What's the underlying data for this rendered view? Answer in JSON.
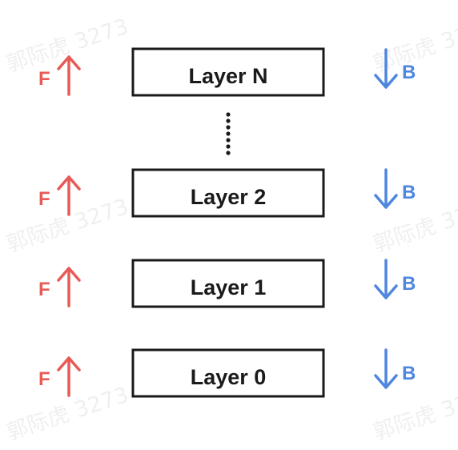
{
  "watermark": "郭际虎 3273",
  "colors": {
    "forward": "#e85a56",
    "backward": "#4f86e0",
    "box_stroke": "#1a1a1a"
  },
  "icons": {
    "forward": "arrow-up-icon",
    "backward": "arrow-down-icon",
    "ellipsis": "vertical-ellipsis-icon"
  },
  "layers": [
    {
      "label": "Layer N",
      "forward_label": "F",
      "backward_label": "B"
    },
    {
      "label": "Layer 2",
      "forward_label": "F",
      "backward_label": "B"
    },
    {
      "label": "Layer 1",
      "forward_label": "F",
      "backward_label": "B"
    },
    {
      "label": "Layer 0",
      "forward_label": "F",
      "backward_label": "B"
    }
  ]
}
